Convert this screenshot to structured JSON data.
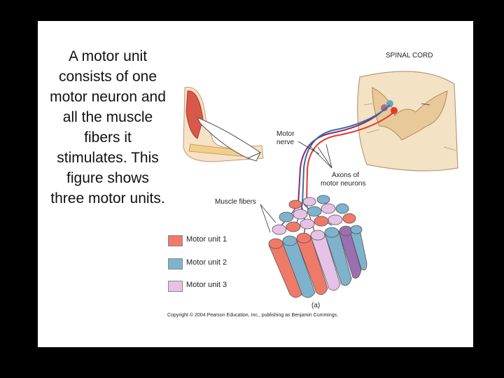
{
  "main_text": [
    "A motor unit",
    "consists of one",
    "motor neuron and",
    "all the muscle",
    "fibers it",
    "stimulates.  This",
    "figure shows",
    "three motor units."
  ],
  "labels": {
    "spinal_cord": "SPINAL CORD",
    "motor_nerve_1": "Motor",
    "motor_nerve_2": "nerve",
    "axons_1": "Axons of",
    "axons_2": "motor neurons",
    "muscle_fibers": "Muscle fibers",
    "panel": "(a)"
  },
  "legend": [
    {
      "label": "Motor unit 1",
      "color": "#f07a68"
    },
    {
      "label": "Motor unit 2",
      "color": "#7fb2cc"
    },
    {
      "label": "Motor unit 3",
      "color": "#e6c2e6"
    }
  ],
  "copyright": "Copyright © 2004 Pearson Education, Inc., publishing as Benjamin Cummings."
}
